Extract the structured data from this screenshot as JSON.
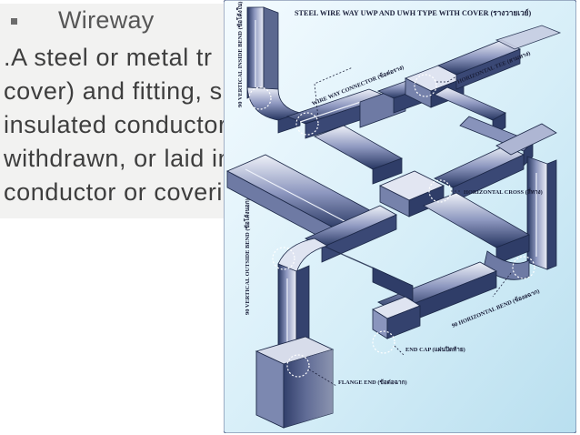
{
  "slide": {
    "heading": "Wireway",
    "definition_lines": [
      ".A steel or metal tr",
      "cover) and fitting, s",
      "insulated conductors",
      "withdrawn, or laid in",
      "conductor or covering"
    ]
  },
  "diagram": {
    "title": "STEEL WIRE WAY UWP AND UWH TYPE WITH COVER (รางวายเวย์)",
    "labels": {
      "vertical_inside_bend": "90 VERTICAL INSIDE BEND (ข้อโค้งใน)",
      "wire_way_connector": "WIRE WAY CONNECTOR (ข้อต่อราง)",
      "horizontal_tee": "HORIZONTAL TEE (สามทาง)",
      "horizontal_cross": "HORIZONTAL CROSS (สี่ทาง)",
      "vertical_outside_bend": "90 VERTICAL OUTSIDE BEND (ข้อโค้งนอก)",
      "horizontal_bend": "90 HORIZONTAL BEND (ข้องอฉาก)",
      "end_cap": "END CAP (แผ่นปิดท้าย)",
      "flange_end": "FLANGE END (ข้อต่อฉาก)"
    },
    "colors": {
      "background": "#cfeaf5",
      "tray_dark": "#2f3f6a",
      "tray_mid": "#7f8bb3",
      "tray_light": "#e4e8f3",
      "label_text": "#1a1f3a"
    }
  }
}
